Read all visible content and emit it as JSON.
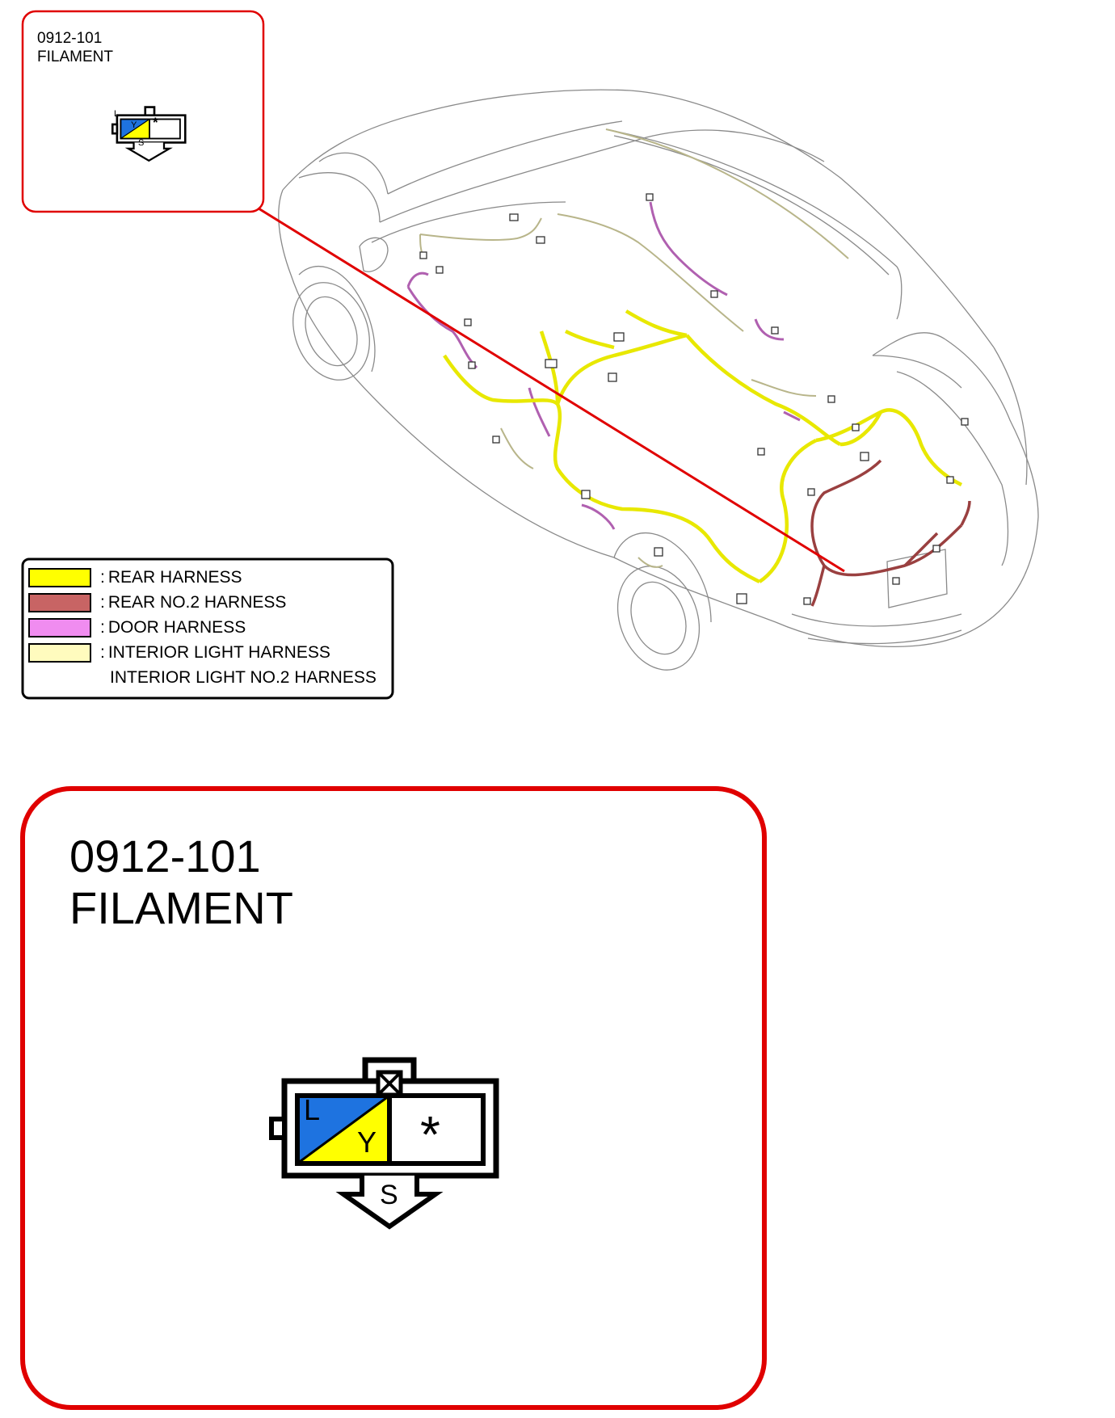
{
  "part": {
    "number": "0912-101",
    "name": "FILAMENT"
  },
  "connector": {
    "pin1": {
      "left_color_label": "L",
      "right_color_label": "Y",
      "left_color": "#1e73e0",
      "right_color": "#ffff00"
    },
    "pin2": {
      "symbol": "*"
    },
    "side_label": "S",
    "lock_icon": "x-box-icon"
  },
  "legend": {
    "separator": ":",
    "items": [
      {
        "label": "REAR HARNESS",
        "color": "#ffff00"
      },
      {
        "label": "REAR NO.2 HARNESS",
        "color": "#c86464"
      },
      {
        "label": "DOOR HARNESS",
        "color": "#f08cf0"
      },
      {
        "label": "INTERIOR LIGHT HARNESS",
        "color": "#fffbbe"
      },
      {
        "label": "INTERIOR LIGHT NO.2 HARNESS",
        "color": ""
      }
    ]
  },
  "colors": {
    "callout_border": "#e00000",
    "wire_yellow": "#e8e800",
    "wire_red": "#9a4040",
    "wire_pink": "#b060b0",
    "wire_cream": "#d8d6a0"
  }
}
